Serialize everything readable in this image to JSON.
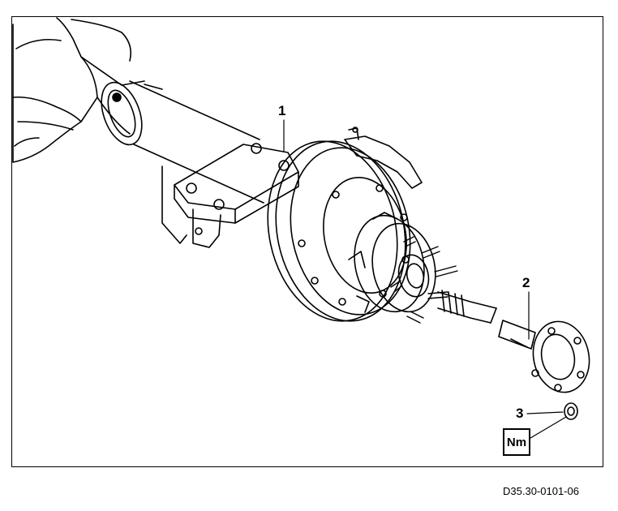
{
  "diagram": {
    "callouts": [
      {
        "id": "1",
        "label": "1",
        "part": "axle-housing-flange"
      },
      {
        "id": "2",
        "label": "2",
        "part": "drive-shaft"
      },
      {
        "id": "3",
        "label": "3",
        "part": "nut"
      }
    ],
    "torque_symbol": "Nm",
    "reference_code": "D35.30-0101-06"
  },
  "colors": {
    "line": "#000000",
    "background": "#ffffff"
  }
}
